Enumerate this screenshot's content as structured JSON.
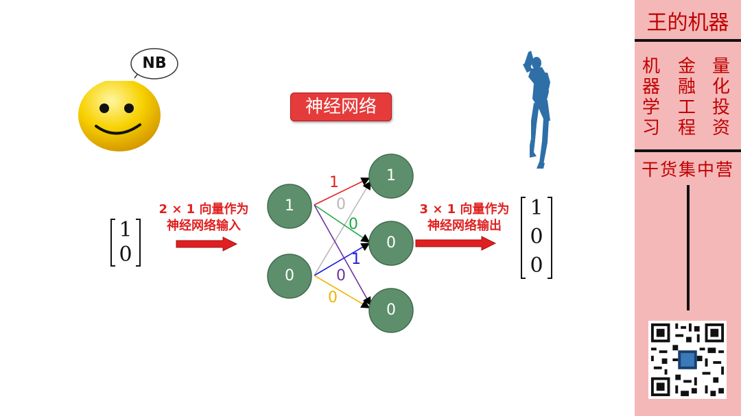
{
  "speech_bubble": "NB",
  "title_box": "神经网络",
  "input": {
    "caption": "2 × 1 向量作为神经网络输入",
    "caption_line1": "2 × 1 向量作为",
    "caption_line2": "神经网络输入",
    "vector": [
      "1",
      "0"
    ]
  },
  "output": {
    "caption_line1": "3 × 1 向量作为",
    "caption_line2": "神经网络输出",
    "vector": [
      "1",
      "0",
      "0"
    ]
  },
  "network": {
    "input_nodes": [
      "1",
      "0"
    ],
    "output_nodes": [
      "1",
      "0",
      "0"
    ],
    "edge_weights": {
      "in1_out1": "1",
      "in2_out1": "0",
      "in1_out2": "0",
      "in2_out2": "1",
      "in1_out3": "0",
      "in2_out3": "0"
    },
    "node_color": "#5e8f6c",
    "edge_colors": {
      "in1_out1": "#e02020",
      "in2_out1": "#b8b8b8",
      "in1_out2": "#22aa44",
      "in2_out2": "#1a1ae0",
      "in1_out3": "#7030a0",
      "in2_out3": "#f0b400"
    }
  },
  "sidebar": {
    "brand": "王的机器",
    "columns": [
      [
        "机",
        "器",
        "学",
        "习"
      ],
      [
        "金",
        "融",
        "工",
        "程"
      ],
      [
        "量",
        "化",
        "投",
        "资"
      ]
    ],
    "slogan": "干货集中营",
    "background": "#f4b8b8",
    "accent": "#c00000"
  },
  "icons": {
    "smiley": "smiley-face-icon",
    "player": "basketball-player-silhouette-icon",
    "qr": "qr-code-icon"
  }
}
